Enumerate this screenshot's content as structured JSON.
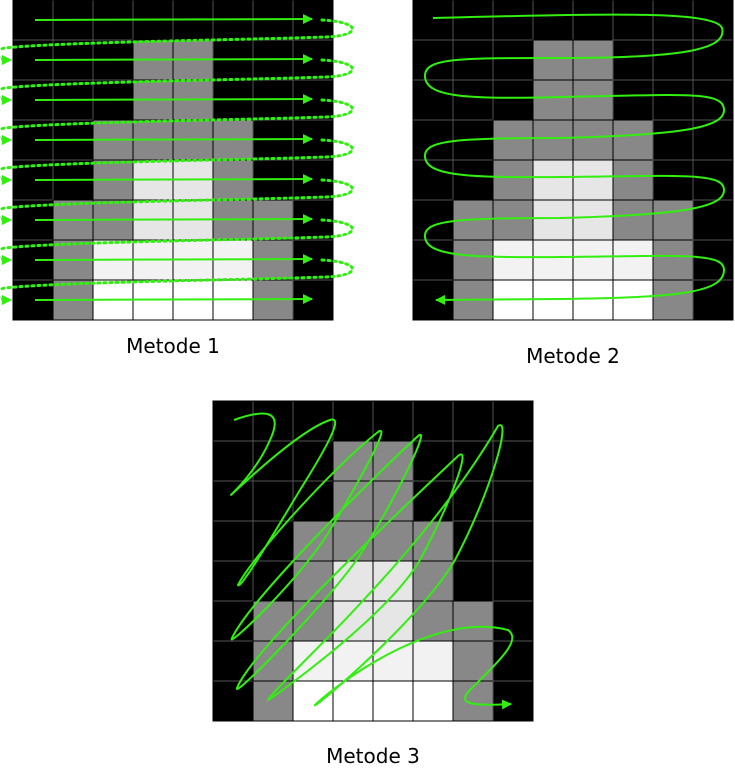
{
  "panels": [
    {
      "id": "m1",
      "label": "Metode 1"
    },
    {
      "id": "m2",
      "label": "Metode 2"
    },
    {
      "id": "m3",
      "label": "Metode 3"
    }
  ],
  "grid": {
    "rows": 8,
    "cols": 8,
    "cells": [
      "00000000",
      "00011000",
      "00011000",
      "00111100",
      "00122100",
      "01122110",
      "01333310",
      "01444410"
    ]
  },
  "palette": {
    "0": "#000000",
    "1": "#888888",
    "2": "#e6e6e6",
    "3": "#f2f2f2",
    "4": "#ffffff",
    "gridline": "#555555",
    "trace": "#33ee11"
  }
}
